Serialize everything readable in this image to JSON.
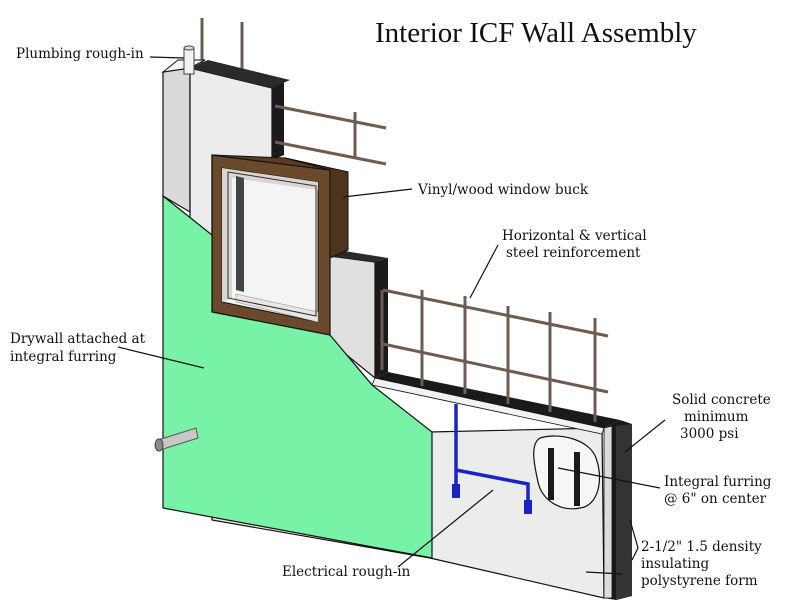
{
  "title": "Interior ICF Wall Assembly",
  "labels": {
    "plumbing": "Plumbing rough-in",
    "window_buck": "Vinyl/wood window buck",
    "reinforcement_1": "Horizontal & vertical",
    "reinforcement_2": "steel reinforcement",
    "drywall_1": "Drywall attached at",
    "drywall_2": "integral furring",
    "concrete_1": "Solid concrete",
    "concrete_2": "minimum",
    "concrete_3": "3000 psi",
    "furring_1": "Integral furring",
    "furring_2": "@ 6\" on center",
    "electrical": "Electrical rough-in",
    "form_1": "2-1/2\"  1.5 density",
    "form_2": "insulating",
    "form_3": "polystyrene form"
  },
  "colors": {
    "drywall": "#77f2a6",
    "foam": "#ececec",
    "foam_shade": "#d4d4d4",
    "buck": "#6b4a2c",
    "buck_dark": "#4e341d",
    "rebar": "#6e5c50",
    "conduit": "#1a23c8",
    "concrete_edge": "#1a1a1a"
  }
}
